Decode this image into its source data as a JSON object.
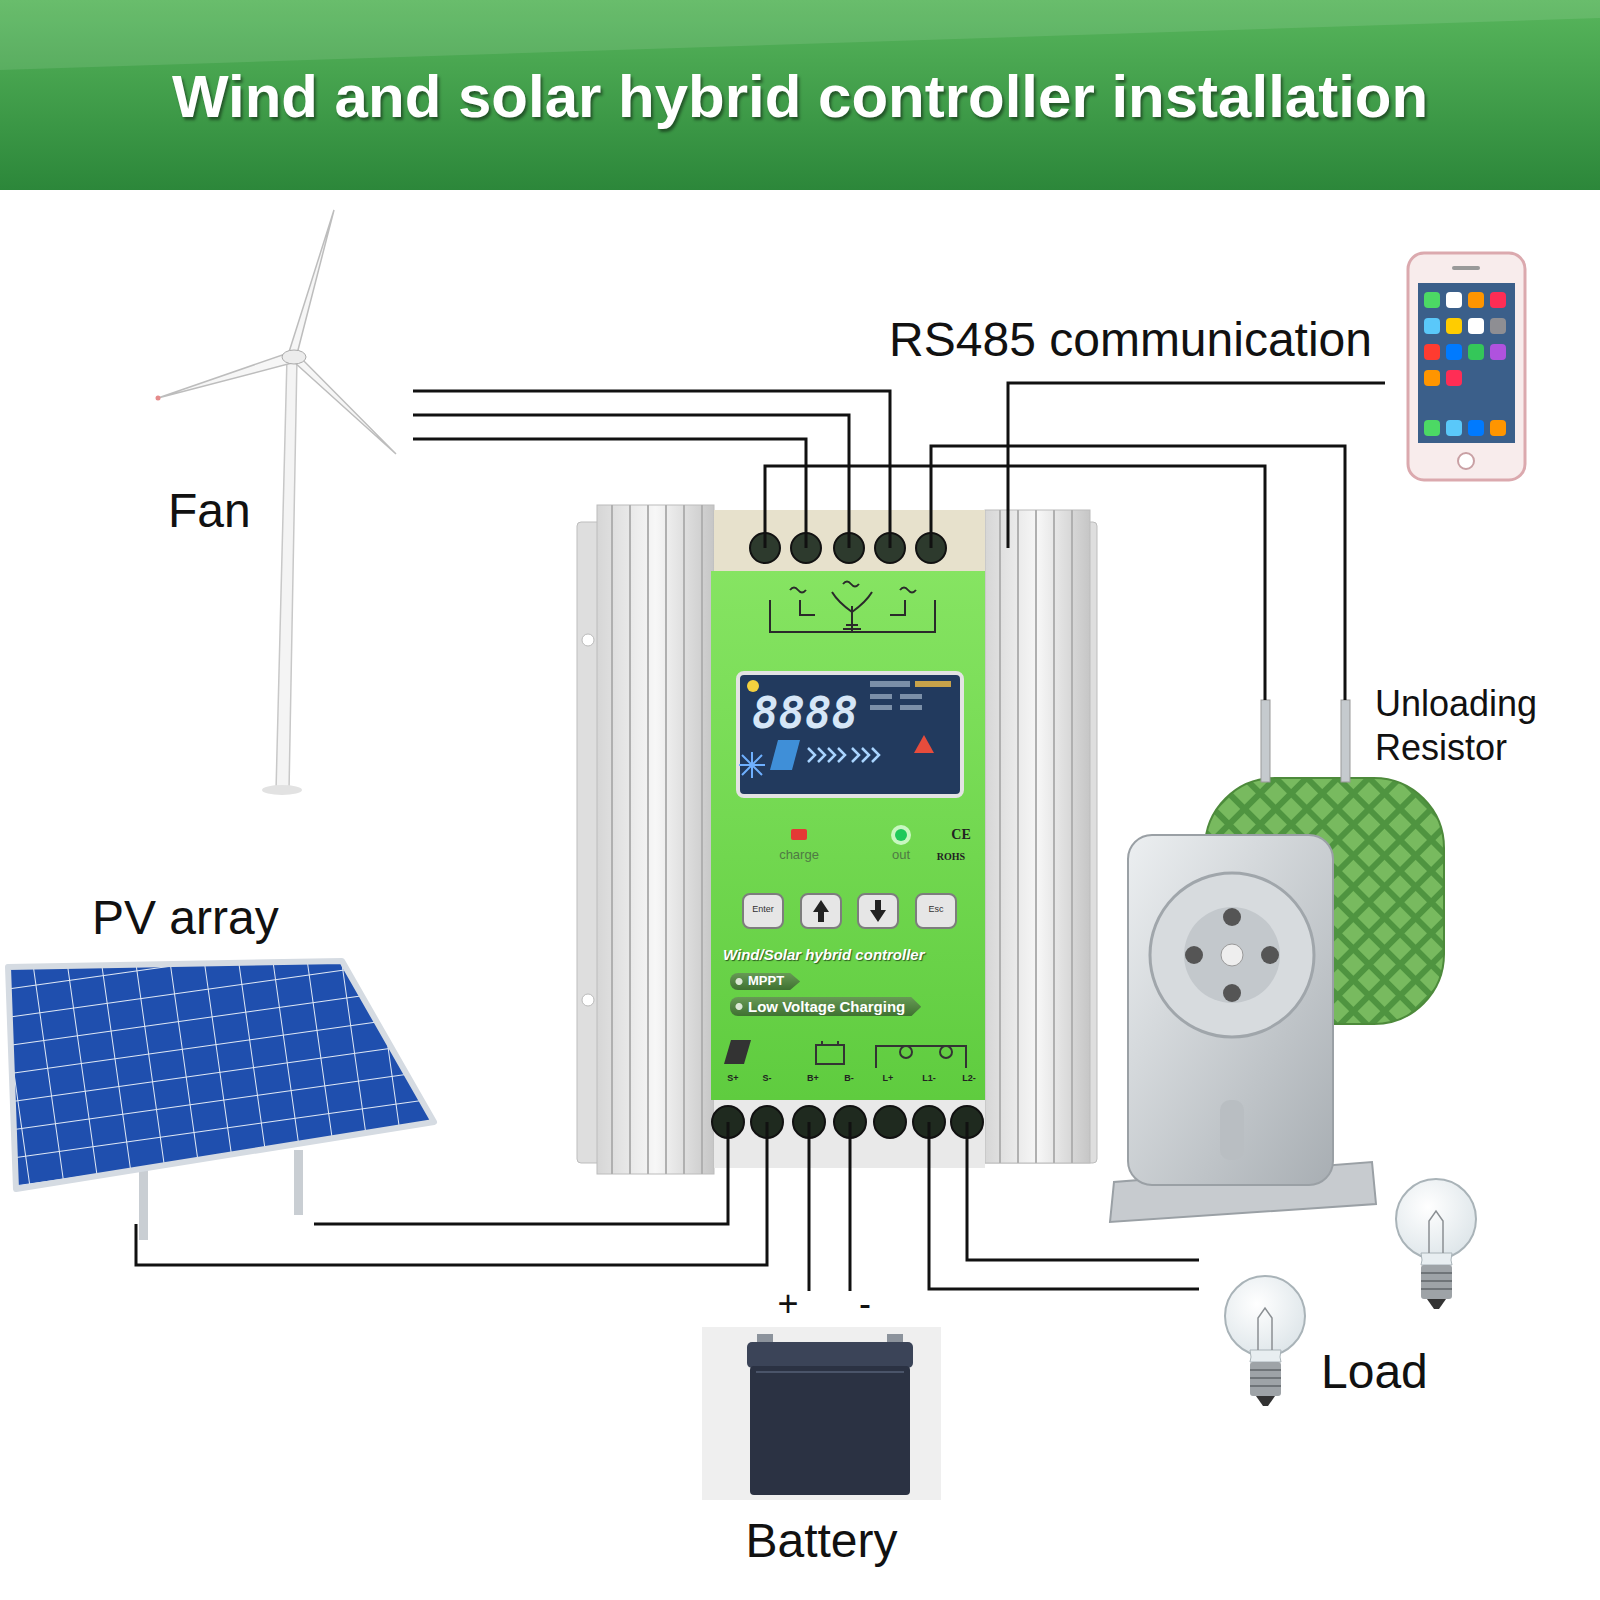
{
  "diagram": {
    "title": "Wind and solar hybrid controller installation",
    "nodes": [
      {
        "text": [
          "Fan"
        ]
      },
      {
        "text": [
          "RS485 communication"
        ]
      },
      {
        "text": [
          "8888",
          "charge",
          "out",
          "CE",
          "ROHS",
          "Enter",
          "Esc",
          "Wind/Solar hybrid controller",
          "MPPT",
          "Low Voltage Charging",
          "S+",
          "S-",
          "B+",
          "B-",
          "L+",
          "L1-",
          "L2-"
        ]
      },
      {
        "text": [
          "Unloading Resistor"
        ]
      },
      {
        "text": [
          "PV array"
        ]
      },
      {
        "text": [
          "Battery"
        ]
      },
      {
        "text": [
          "Load"
        ]
      }
    ],
    "edges": [
      {
        "from": 0,
        "to": 2,
        "arrow": "none"
      },
      {
        "from": 2,
        "to": 1,
        "arrow": "none"
      },
      {
        "from": 2,
        "to": 3,
        "arrow": "none"
      },
      {
        "from": 4,
        "to": 2,
        "arrow": "none"
      },
      {
        "from": 2,
        "to": 5,
        "arrow": "none"
      },
      {
        "from": 2,
        "to": 6,
        "arrow": "none"
      }
    ],
    "labels": [
      "+",
      "-"
    ]
  }
}
